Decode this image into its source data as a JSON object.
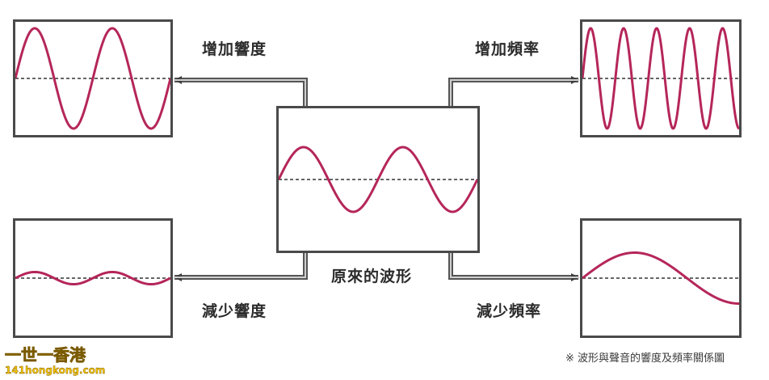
{
  "labels": {
    "increase_amplitude": "增加響度",
    "increase_frequency": "增加頻率",
    "original_waveform": "原來的波形",
    "decrease_amplitude": "減少響度",
    "decrease_frequency": "減少頻率"
  },
  "caption": "※ 波形與聲音的響度及頻率關係圖",
  "watermark": {
    "line1": "一世一香港",
    "line2": "141hongkong.com"
  },
  "colors": {
    "wave": "#b5265a",
    "frame": "#4a4a4a",
    "axis": "#333333"
  },
  "waves": {
    "increase_amplitude": {
      "cycles": 2,
      "amplitude": 1.0
    },
    "increase_frequency": {
      "cycles": 4.75,
      "amplitude": 1.0
    },
    "original": {
      "cycles": 2,
      "amplitude": 0.5
    },
    "decrease_amplitude": {
      "cycles": 2,
      "amplitude": 0.12
    },
    "decrease_frequency": {
      "cycles": 0.75,
      "amplitude": 0.5
    }
  }
}
